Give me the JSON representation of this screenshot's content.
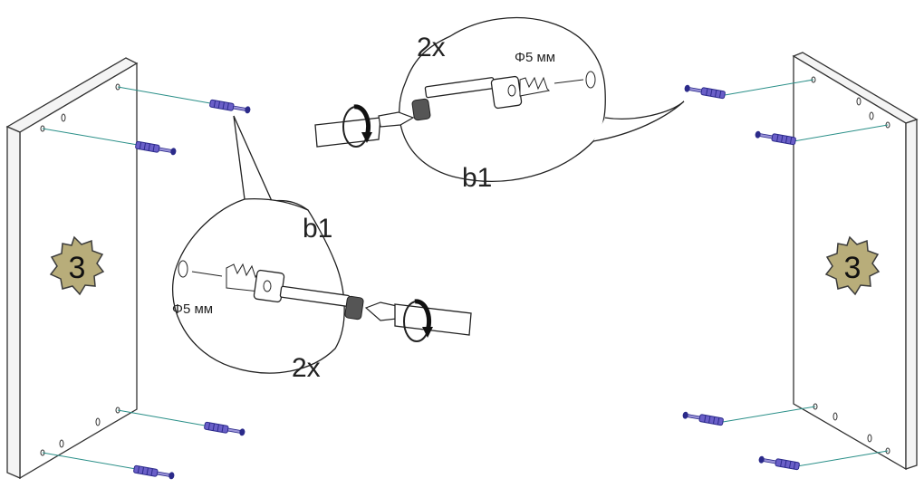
{
  "labels": {
    "qty_top": "2x",
    "qty_left": "2x",
    "part_top": "b1",
    "part_left": "b1",
    "dia_top": "Φ5 мм",
    "dia_left": "Φ5 мм",
    "panel_left": "3",
    "panel_right": "3"
  },
  "colors": {
    "dowel": "#6a5fc8",
    "dowel_dark": "#2b2a8a",
    "guide": "#2a8f88",
    "badge_fill": "#b8ad7a",
    "badge_stroke": "#3b3b3b"
  },
  "icons": [
    "rotate-arrow-icon",
    "screwdriver-icon",
    "cam-bolt-icon"
  ]
}
